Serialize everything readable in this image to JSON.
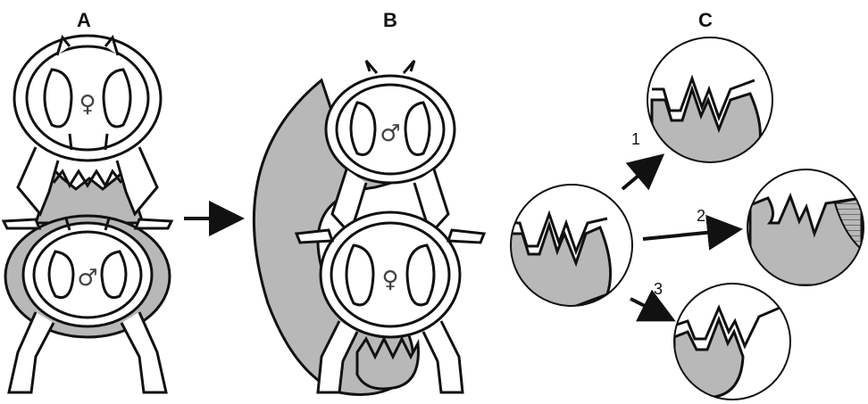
{
  "panels": {
    "a": {
      "letter": "A",
      "top_sex": "♀",
      "bottom_sex": "♂"
    },
    "b": {
      "letter": "B",
      "top_sex": "♂",
      "bottom_sex": "♀"
    },
    "c": {
      "letter": "C",
      "outcomes": [
        "1",
        "2",
        "3"
      ]
    }
  },
  "colors": {
    "fill": "#b8b8b8",
    "stroke": "#111111",
    "background": "#ffffff"
  }
}
